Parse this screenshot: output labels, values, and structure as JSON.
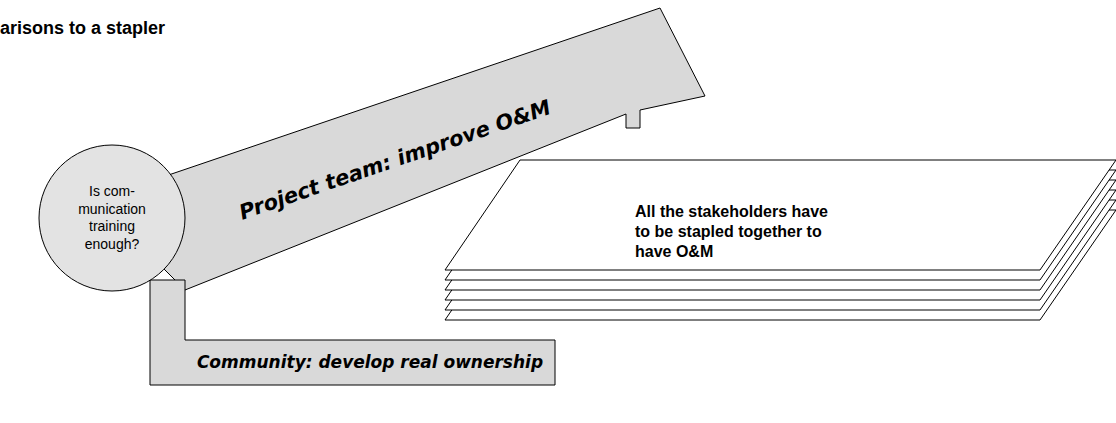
{
  "diagram": {
    "title": "arisons to a stapler",
    "nodes": [
      {
        "text": [
          "Project team: improve O&M"
        ]
      },
      {
        "text": [
          "Is com- munication training enough?"
        ]
      },
      {
        "text": [
          "All the stakeholders have to be stapled together to have O&M"
        ]
      },
      {
        "text": [
          "Community: develop real ownership"
        ]
      }
    ]
  }
}
